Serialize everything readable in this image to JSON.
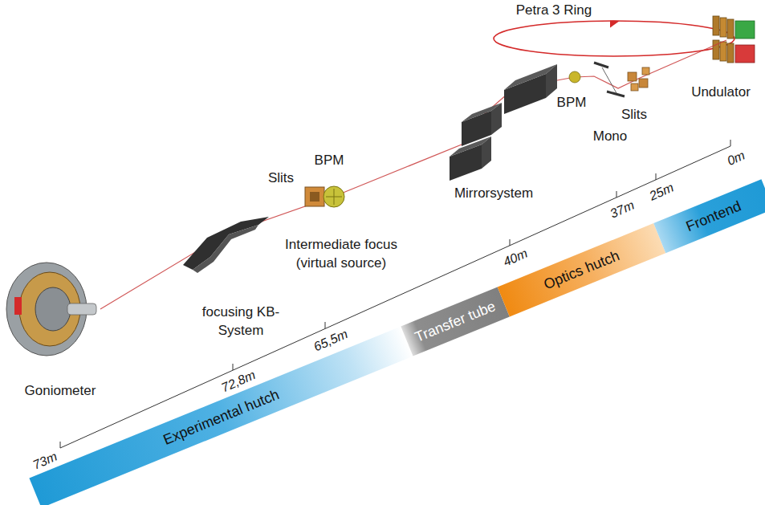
{
  "diagram": {
    "nodes": [
      {
        "text": [
          "Experimental hutch"
        ]
      },
      {
        "text": [
          "Transfer tube"
        ]
      },
      {
        "text": [
          "Optics hutch"
        ]
      },
      {
        "text": [
          "Frontend"
        ]
      }
    ],
    "labels": [
      "Petra 3 Ring",
      "Undulator",
      "Slits",
      "BPM",
      "Mono",
      "Mirrorsystem",
      "BPM",
      "Slits",
      "Intermediate focus (virtual source)",
      "focusing KB-System",
      "Goniometer",
      "0m",
      "25m",
      "37m",
      "40m",
      "65,5m",
      "72,8m",
      "73m"
    ]
  }
}
